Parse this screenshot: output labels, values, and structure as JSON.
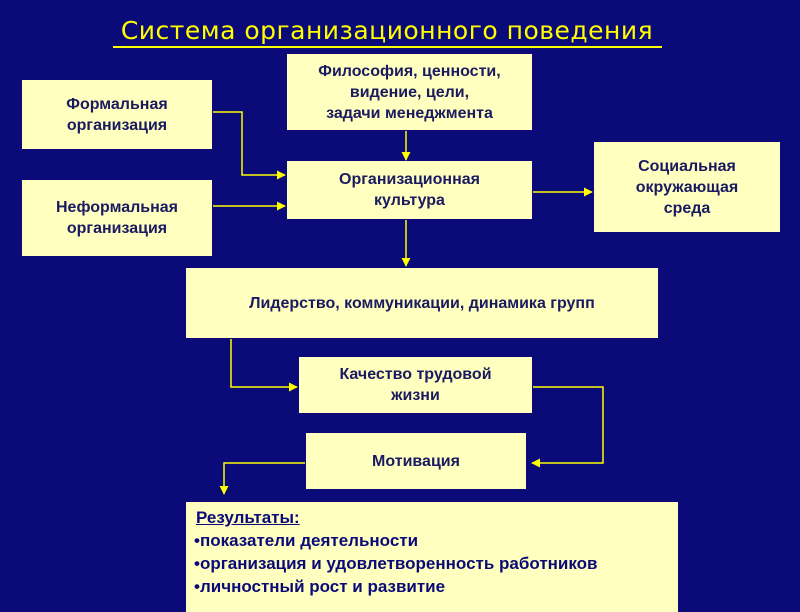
{
  "title": "Система организационного поведения",
  "boxes": {
    "philosophy": "Философия, ценности,\nвидение, цели,\n задачи менеджмента",
    "formal": "Формальная\nорганизация",
    "informal": "Неформальная\nорганизация",
    "culture": "Организационная\nкультура",
    "social": "Социальная\nокружающая\nсреда",
    "leadership": "Лидерство, коммуникации, динамика групп",
    "quality": "Качество трудовой\nжизни",
    "motivation": "Мотивация"
  },
  "results": {
    "heading": "Результаты:",
    "items": [
      "•показатели деятельности",
      "•организация и удовлетворенность работников",
      "•личностный рост и развитие"
    ]
  },
  "colors": {
    "background": "#0a0a78",
    "title": "#ffff00",
    "box_fill": "#ffffc0",
    "connector": "#ffff00"
  }
}
